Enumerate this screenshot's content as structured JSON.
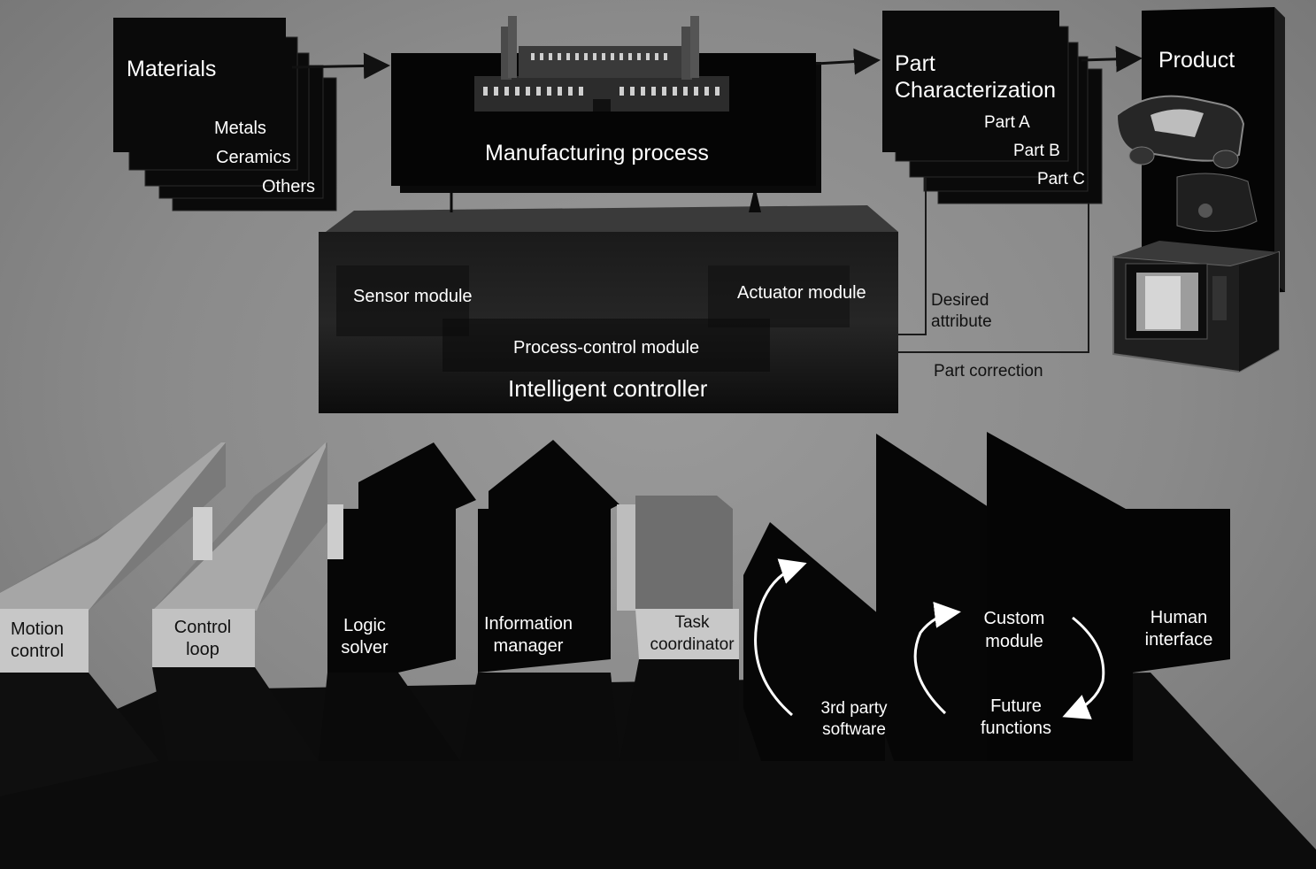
{
  "materials": {
    "title": "Materials",
    "items": [
      "Metals",
      "Ceramics",
      "Others"
    ]
  },
  "process": {
    "title": "Manufacturing process"
  },
  "part_characterization": {
    "title_line1": "Part",
    "title_line2": "Characterization",
    "items": [
      "Part A",
      "Part B",
      "Part C"
    ]
  },
  "product": {
    "title": "Product"
  },
  "controller": {
    "sensor": "Sensor module",
    "actuator": "Actuator module",
    "process_control": "Process-control module",
    "title": "Intelligent controller"
  },
  "feedback": {
    "desired_line1": "Desired",
    "desired_line2": "attribute",
    "correction": "Part correction"
  },
  "modules": {
    "motion": [
      "Motion",
      "control"
    ],
    "control_loop": [
      "Control",
      "loop"
    ],
    "logic": [
      "Logic",
      "solver"
    ],
    "info": [
      "Information",
      "manager"
    ],
    "task": [
      "Task",
      "coordinator"
    ],
    "third_party": [
      "3rd party",
      "software"
    ],
    "custom": [
      "Custom",
      "module"
    ],
    "future": [
      "Future",
      "functions"
    ],
    "human": [
      "Human",
      "interface"
    ]
  }
}
